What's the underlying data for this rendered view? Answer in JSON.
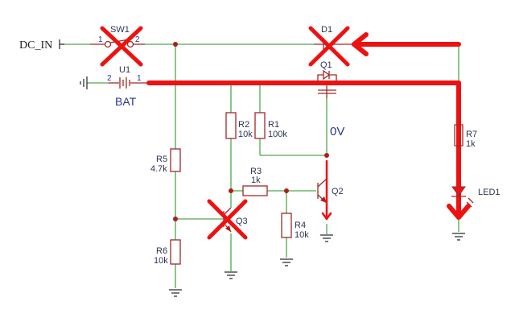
{
  "schematic": {
    "net_label": "DC_IN",
    "sw1": {
      "ref": "SW1",
      "pin1": "1",
      "pin2": "2",
      "crossed_out": true
    },
    "u1": {
      "ref": "U1",
      "value": "BAT",
      "pin1": "1",
      "pin2": "2"
    },
    "d1": {
      "ref": "D1",
      "crossed_out": true
    },
    "q1": {
      "ref": "Q1"
    },
    "q2": {
      "ref": "Q2"
    },
    "q3": {
      "ref": "Q3",
      "crossed_out": true
    },
    "r1": {
      "ref": "R1",
      "value": "100k"
    },
    "r2": {
      "ref": "R2",
      "value": "10k"
    },
    "r3": {
      "ref": "R3",
      "value": "1k"
    },
    "r4": {
      "ref": "R4",
      "value": "10k"
    },
    "r5": {
      "ref": "R5",
      "value": "4.7k"
    },
    "r6": {
      "ref": "R6",
      "value": "10k"
    },
    "r7": {
      "ref": "R7",
      "value": "1k"
    },
    "led1": {
      "ref": "LED1"
    },
    "q1_gate_voltage": "0V",
    "colors": {
      "wire": "#4fa84f",
      "component": "#a02828",
      "highlight": "#ee1111",
      "label": "#2a3590"
    }
  }
}
